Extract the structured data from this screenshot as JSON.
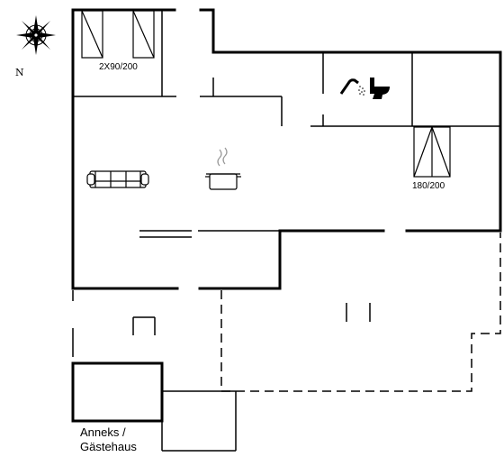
{
  "compass": {
    "icon": "compass-rose-icon",
    "north_label": "N"
  },
  "rooms": {
    "bedroom_1": {
      "bed_label": "2X90/200",
      "icon": "twin-beds-icon"
    },
    "bedroom_2": {
      "bed_label": "180/200",
      "icon": "double-bed-icon"
    },
    "living": {
      "icon": "sofa-icon"
    },
    "kitchen": {
      "icon": "cooking-pot-icon"
    },
    "bathroom": {
      "icons": [
        "shower-icon",
        "toilet-icon"
      ]
    }
  },
  "annex": {
    "line1": "Anneks /",
    "line2": "Gästehaus"
  },
  "colors": {
    "wall": "#000000",
    "background": "#ffffff"
  }
}
